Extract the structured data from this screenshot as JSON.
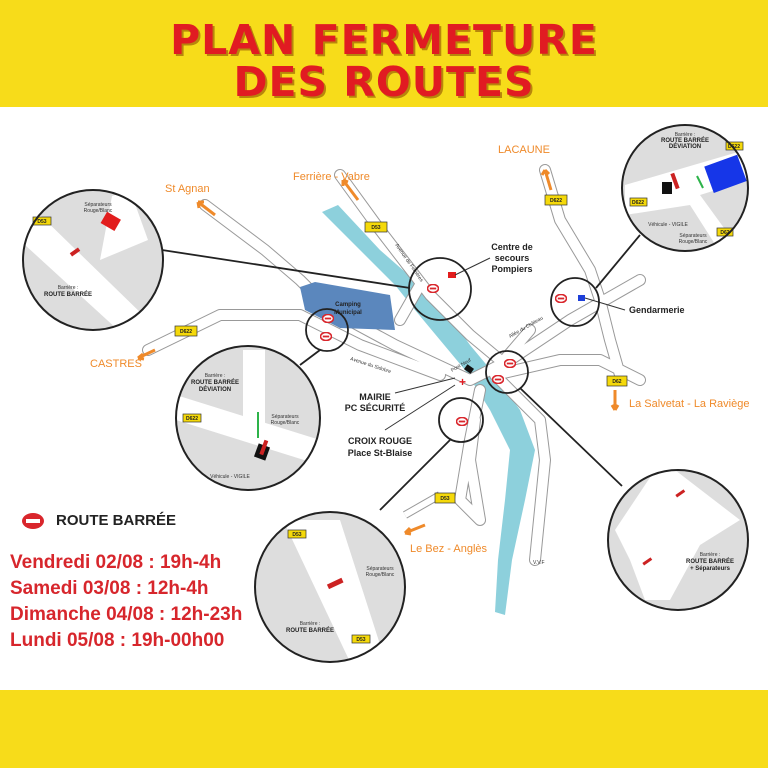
{
  "title": {
    "line1": "PLAN FERMETURE",
    "line2": "DES ROUTES"
  },
  "colors": {
    "yellow": "#f7dc1a",
    "red": "#e11b22",
    "orange": "#ef8a2a",
    "river": "#8dd0dc",
    "camping": "#5b87bd"
  },
  "destinations": {
    "st_agnan": "St Agnan",
    "ferriere": "Ferrière - Vabre",
    "lacaune": "LACAUNE",
    "castres": "CASTRES",
    "salvetat": "La Salvetat - La Raviège",
    "bez": "Le Bez - Anglès"
  },
  "road_plates": {
    "d53": "D53",
    "d622": "D622",
    "d62": "D62"
  },
  "places": {
    "camping_1": "Camping",
    "camping_2": "Municipal",
    "pompiers_1": "Centre de",
    "pompiers_2": "secours",
    "pompiers_3": "Pompiers",
    "gendarmerie": "Gendarmerie",
    "mairie_1": "MAIRIE",
    "mairie_2": "PC SÉCURITÉ",
    "croix_1": "CROIX ROUGE",
    "croix_2": "Place St-Blaise",
    "vvf": "V.V.F"
  },
  "streets": {
    "sidobre": "Avenue du Sidobre",
    "chateau": "Allée du Château",
    "pont_neuf": "Pont Neuf",
    "ferrieres": "Avenue de Ferrières"
  },
  "insets": {
    "separateurs_1": "Séparateurs",
    "separateurs_2": "Rouge/Blanc",
    "barriere": "Barrière :",
    "route_barree": "ROUTE BARRÉE",
    "deviation": "DÉVIATION",
    "vehicule": "Véhicule - VIGILE",
    "plus_separateurs": "+ Séparateurs"
  },
  "legend": {
    "icon": "no-entry-icon",
    "label": "ROUTE BARRÉE"
  },
  "schedule": [
    "Vendredi 02/08 : 19h-4h",
    "Samedi 03/08 : 12h-4h",
    "Dimanche 04/08 : 12h-23h",
    "Lundi 05/08 : 19h-00h00"
  ]
}
